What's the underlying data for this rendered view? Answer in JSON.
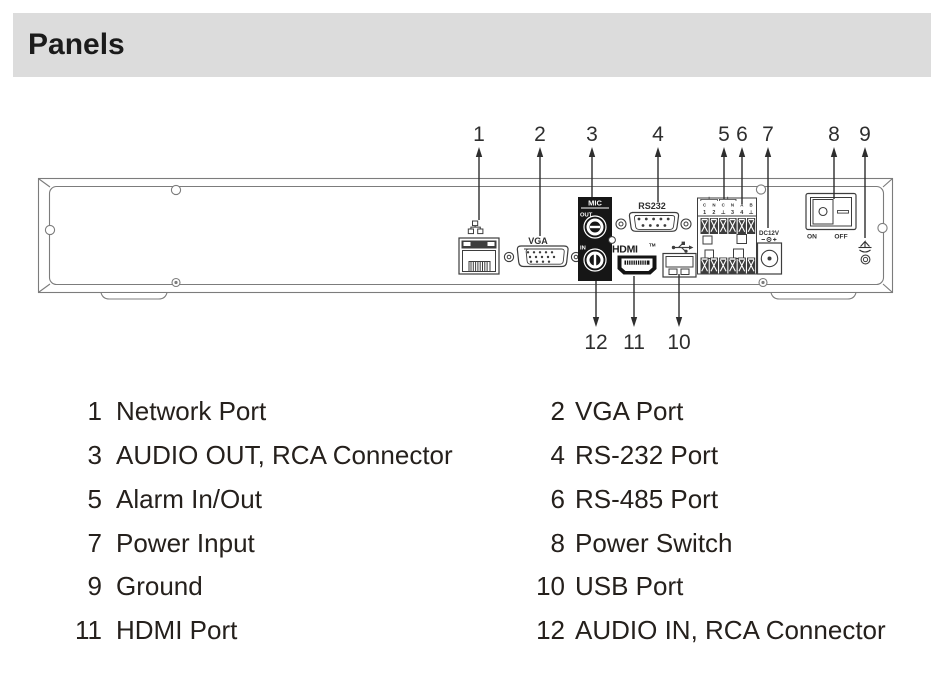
{
  "header": {
    "title": "Panels"
  },
  "diagram": {
    "callouts_top": [
      "1",
      "2",
      "3",
      "4",
      "5",
      "6",
      "7",
      "8",
      "9"
    ],
    "callouts_bottom": [
      "12",
      "11",
      "10"
    ],
    "ports": {
      "mic": {
        "label": "MIC",
        "out": "OUT",
        "in": "IN"
      },
      "vga": {
        "label": "VGA"
      },
      "rs232": {
        "label": "RS232"
      },
      "hdmi": {
        "label": "HDMI",
        "tm": "TM"
      },
      "power": {
        "label": "DC12V"
      },
      "switch": {
        "on": "ON",
        "off": "OFF"
      }
    },
    "terminal": {
      "row1": [
        "C",
        "N",
        "C",
        "N",
        "A",
        "B"
      ],
      "row2": [
        "1",
        "2",
        "⊥",
        "3",
        "4",
        "⊥"
      ]
    }
  },
  "legend": {
    "left": [
      {
        "num": "1",
        "label": "Network Port"
      },
      {
        "num": "3",
        "label": "AUDIO OUT, RCA Connector"
      },
      {
        "num": "5",
        "label": "Alarm In/Out"
      },
      {
        "num": "7",
        "label": "Power Input"
      },
      {
        "num": "9",
        "label": "Ground"
      },
      {
        "num": "11",
        "label": "HDMI Port"
      }
    ],
    "right": [
      {
        "num": "2",
        "label": "VGA Port"
      },
      {
        "num": "4",
        "label": "RS-232 Port"
      },
      {
        "num": "6",
        "label": "RS-485 Port"
      },
      {
        "num": "8",
        "label": "Power Switch"
      },
      {
        "num": "10",
        "label": "USB Port"
      },
      {
        "num": "12",
        "label": "AUDIO IN, RCA Connector"
      }
    ]
  },
  "colors": {
    "header_bg": "#dcdcdc",
    "chassis_line": "#7c7c7c",
    "port_line": "#3d3d3d",
    "ink": "#2e2e2e",
    "text": "#25201c"
  }
}
